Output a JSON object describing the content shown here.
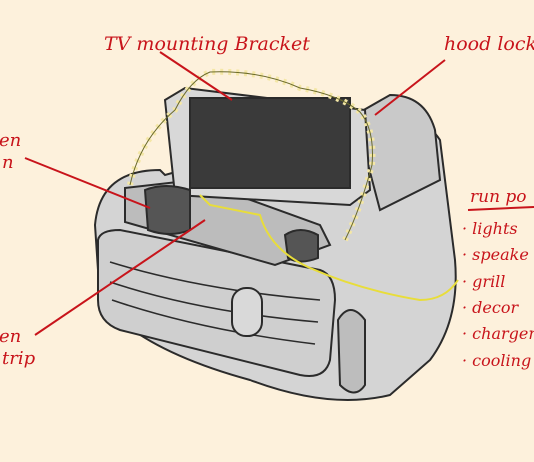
{
  "annotations": {
    "tv_bracket": "TV mounting Bracket",
    "hood_lock": "hood lock",
    "left_top_fragment_1": "en",
    "left_top_fragment_2": "n",
    "left_bottom_fragment_1": "en",
    "left_bottom_fragment_2": "trip",
    "run_power_title": "run po",
    "run_power_items": [
      "· lights",
      "· speake",
      "· grill",
      "· decor",
      "· chargers",
      "· cooling"
    ]
  },
  "colors": {
    "background": "#fdf1dc",
    "annotation_red": "#c8141b",
    "car_body": "#d4d4d4",
    "outline": "#2b2b2b",
    "cable_yellow": "#e8dd3a",
    "string_lights": "#f4e7a6",
    "screen": "#3a3a3a"
  }
}
